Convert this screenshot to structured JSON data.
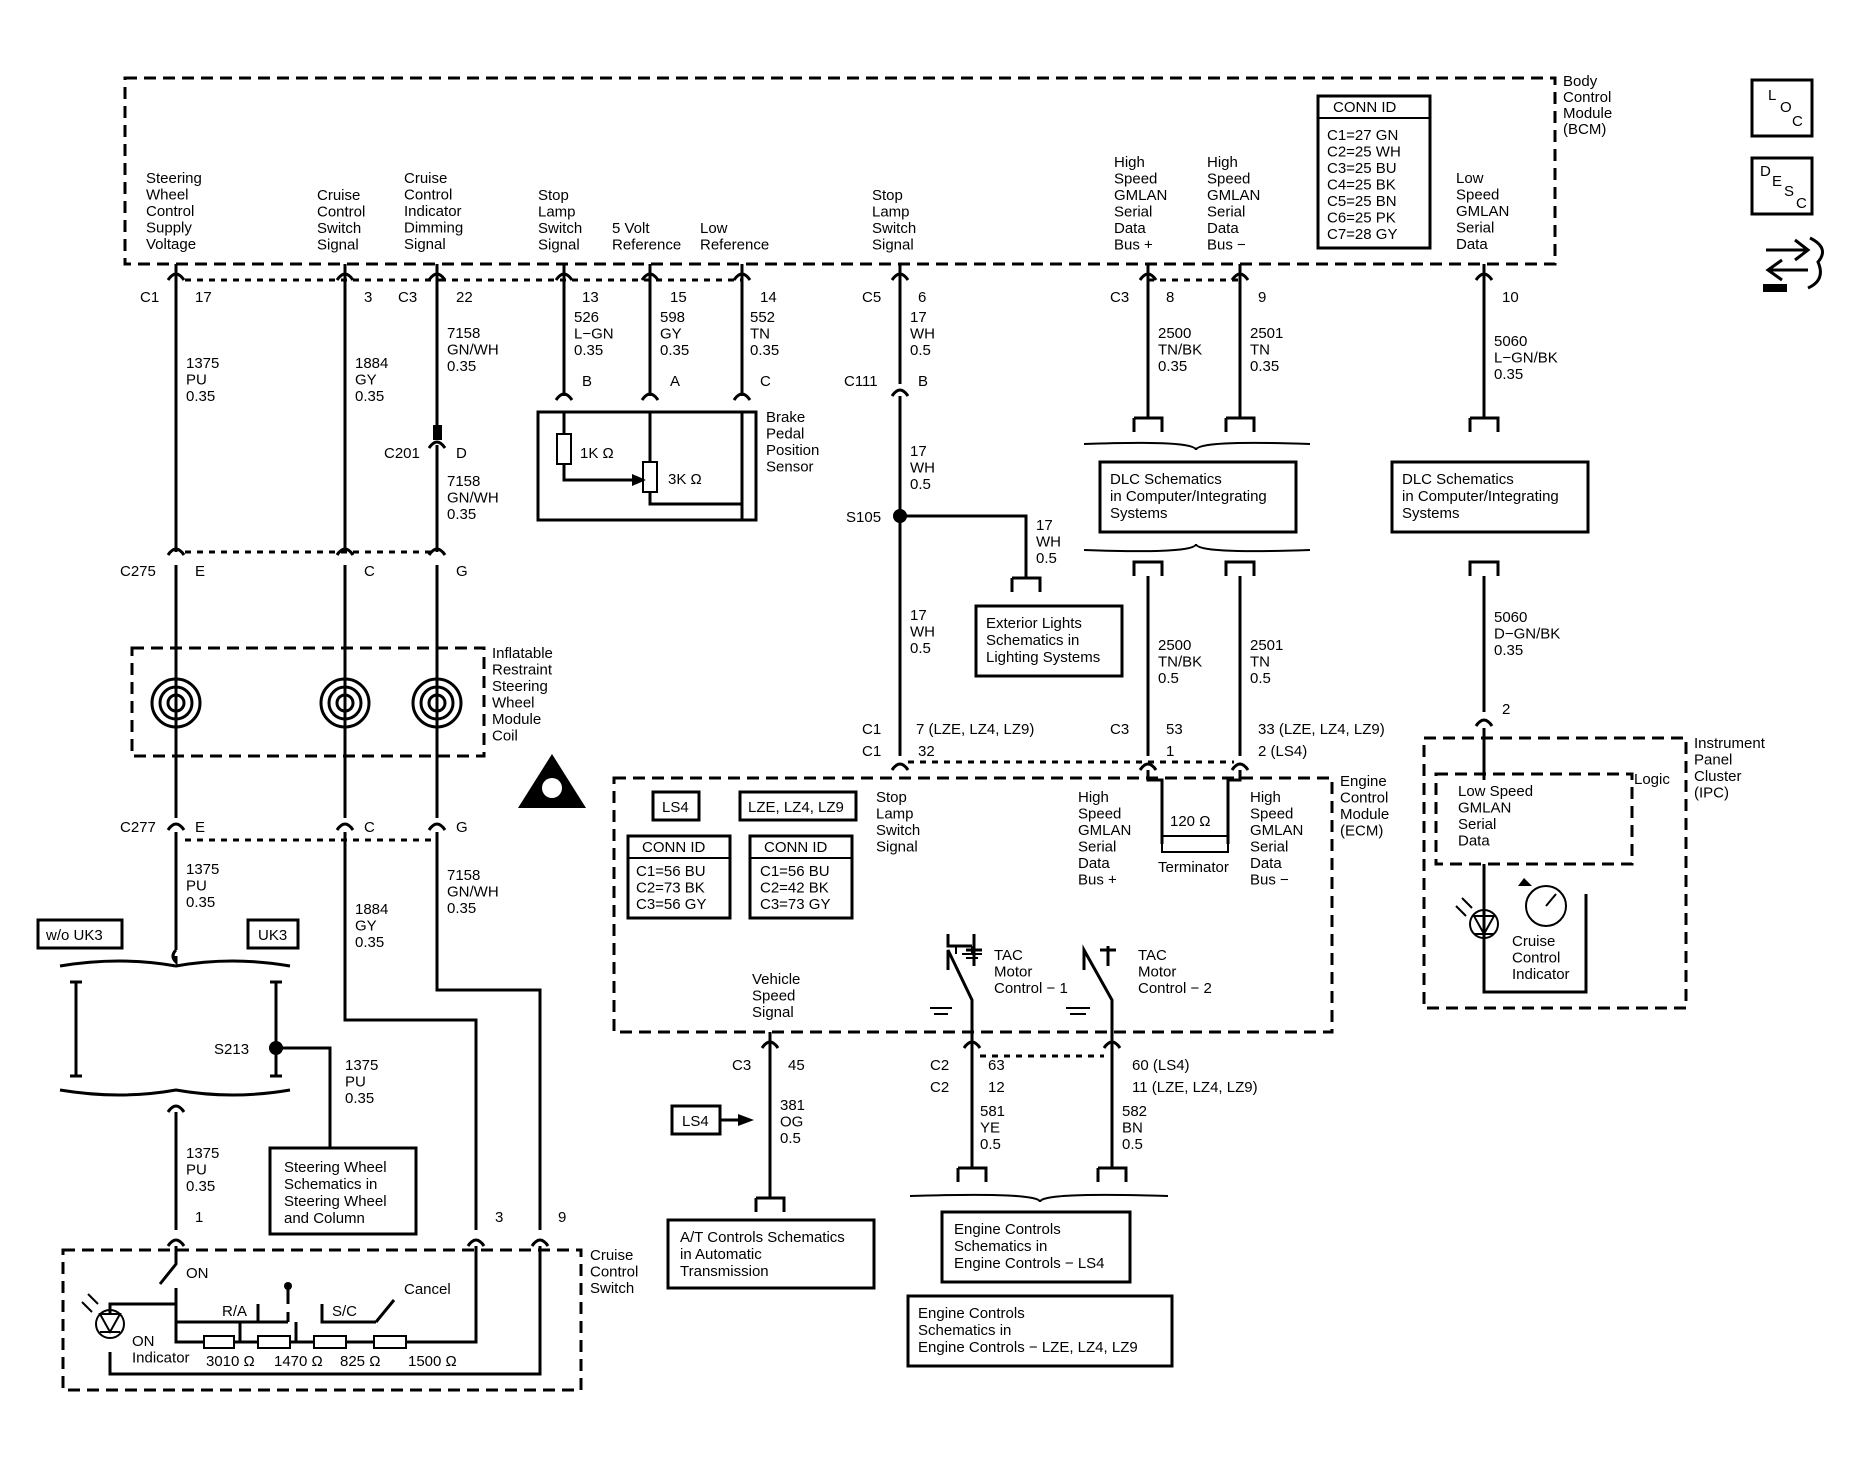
{
  "modules": {
    "bcm": {
      "name": [
        "Body",
        "Control",
        "Module",
        "(BCM)"
      ]
    },
    "ecm": {
      "name": [
        "Engine",
        "Control",
        "Module",
        "(ECM)"
      ]
    },
    "ipc": {
      "name": [
        "Instrument",
        "Panel",
        "Cluster",
        "(IPC)"
      ],
      "logic": "Logic"
    },
    "irswmc": {
      "name": [
        "Inflatable",
        "Restraint",
        "Steering",
        "Wheel",
        "Module",
        "Coil"
      ]
    },
    "bpps": {
      "name": [
        "Brake",
        "Pedal",
        "Position",
        "Sensor"
      ]
    },
    "ccs": {
      "name": [
        "Cruise",
        "Control",
        "Switch"
      ]
    }
  },
  "bcm_conn": {
    "title": "CONN ID",
    "rows": [
      "C1=27 GN",
      "C2=25 WH",
      "C3=25 BU",
      "C4=25 BK",
      "C5=25 BN",
      "C6=25 PK",
      "C7=28 GY"
    ]
  },
  "ecm_conn": [
    {
      "tag": "LS4",
      "title": "CONN ID",
      "rows": [
        "C1=56 BU",
        "C2=73 BK",
        "C3=56 GY"
      ]
    },
    {
      "tag": "LZE, LZ4, LZ9",
      "title": "CONN ID",
      "rows": [
        "C1=56 BU",
        "C2=42 BK",
        "C3=73 GY"
      ]
    }
  ],
  "side_icons": {
    "loc": [
      "L",
      "O",
      "C"
    ],
    "desc": [
      "D",
      "E",
      "S",
      "C"
    ]
  },
  "bcm_signals": [
    [
      "Steering",
      "Wheel",
      "Control",
      "Supply",
      "Voltage"
    ],
    [
      "Cruise",
      "Control",
      "Switch",
      "Signal"
    ],
    [
      "Cruise",
      "Control",
      "Indicator",
      "Dimming",
      "Signal"
    ],
    [
      "Stop",
      "Lamp",
      "Switch",
      "Signal"
    ],
    [
      "5 Volt",
      "Reference"
    ],
    [
      "Low",
      "Reference"
    ],
    [
      "Stop",
      "Lamp",
      "Switch",
      "Signal"
    ],
    [
      "High",
      "Speed",
      "GMLAN",
      "Serial",
      "Data",
      "Bus +"
    ],
    [
      "High",
      "Speed",
      "GMLAN",
      "Serial",
      "Data",
      "Bus −"
    ],
    [
      "Low",
      "Speed",
      "GMLAN",
      "Serial",
      "Data"
    ]
  ],
  "ecm_signals": {
    "stop_lamp": [
      "Stop",
      "Lamp",
      "Switch",
      "Signal"
    ],
    "hs_plus": [
      "High",
      "Speed",
      "GMLAN",
      "Serial",
      "Data",
      "Bus +"
    ],
    "hs_minus": [
      "High",
      "Speed",
      "GMLAN",
      "Serial",
      "Data",
      "Bus −"
    ],
    "vss": [
      "Vehicle",
      "Speed",
      "Signal"
    ],
    "tac1": [
      "TAC",
      "Motor",
      "Control − 1"
    ],
    "tac2": [
      "TAC",
      "Motor",
      "Control − 2"
    ],
    "terminator_value": "120 Ω",
    "terminator": "Terminator"
  },
  "ipc_internal": {
    "lsgmlan": [
      "Low Speed",
      "GMLAN",
      "Serial",
      "Data"
    ],
    "cci": [
      "Cruise",
      "Control",
      "Indicator"
    ]
  },
  "connectors": {
    "c1": "C1",
    "c3": "C3",
    "c5": "C5",
    "c111": "C111",
    "c201": "C201",
    "c275": "C275",
    "c277": "C277",
    "c2": "C2",
    "s105": "S105",
    "s213": "S213",
    "p17": "17",
    "p3": "3",
    "p22": "22",
    "p13": "13",
    "p15": "15",
    "p14": "14",
    "p6": "6",
    "p8": "8",
    "p9": "9",
    "p10": "10",
    "pB": "B",
    "pA": "A",
    "pC": "C",
    "pD": "D",
    "pE": "E",
    "pG": "G",
    "p53": "53",
    "p1": "1",
    "p2": "2",
    "p7": "7 (LZE, LZ4, LZ9)",
    "p32": "32",
    "p33": "33 (LZE, LZ4, LZ9)",
    "p2ls4": "2 (LS4)",
    "p45": "45",
    "p63": "63",
    "p12": "12",
    "p60": "60 (LS4)",
    "p11": "11 (LZE, LZ4, LZ9)",
    "p9c": "9"
  },
  "wires": {
    "w1375a": [
      "1375",
      "PU",
      "0.35"
    ],
    "w1884a": [
      "1884",
      "GY",
      "0.35"
    ],
    "w7158a": [
      "7158",
      "GN/WH",
      "0.35"
    ],
    "w7158b": [
      "7158",
      "GN/WH",
      "0.35"
    ],
    "w526": [
      "526",
      "L−GN",
      "0.35"
    ],
    "w598": [
      "598",
      "GY",
      "0.35"
    ],
    "w552": [
      "552",
      "TN",
      "0.35"
    ],
    "w17a": [
      "17",
      "WH",
      "0.5"
    ],
    "w17b": [
      "17",
      "WH",
      "0.5"
    ],
    "w17c": [
      "17",
      "WH",
      "0.5"
    ],
    "w17d": [
      "17",
      "WH",
      "0.5"
    ],
    "w2500a": [
      "2500",
      "TN/BK",
      "0.35"
    ],
    "w2501a": [
      "2501",
      "TN",
      "0.35"
    ],
    "w2500b": [
      "2500",
      "TN/BK",
      "0.5"
    ],
    "w2501b": [
      "2501",
      "TN",
      "0.5"
    ],
    "w5060a": [
      "5060",
      "L−GN/BK",
      "0.35"
    ],
    "w5060b": [
      "5060",
      "D−GN/BK",
      "0.35"
    ],
    "w1375b": [
      "1375",
      "PU",
      "0.35"
    ],
    "w1884b": [
      "1884",
      "GY",
      "0.35"
    ],
    "w7158c": [
      "7158",
      "GN/WH",
      "0.35"
    ],
    "w1375c": [
      "1375",
      "PU",
      "0.35"
    ],
    "w1375d": [
      "1375",
      "PU",
      "0.35"
    ],
    "w381": [
      "381",
      "OG",
      "0.5"
    ],
    "w581": [
      "581",
      "YE",
      "0.5"
    ],
    "w582": [
      "582",
      "BN",
      "0.5"
    ]
  },
  "resistors": {
    "bpps_1k": "1K Ω",
    "bpps_3k": "3K Ω",
    "r1": "3010 Ω",
    "r2": "1470 Ω",
    "r3": "825 Ω",
    "r4": "1500 Ω"
  },
  "switch_labels": {
    "on": "ON",
    "ra": "R/A",
    "sc": "S/C",
    "cancel": "Cancel",
    "on_ind": [
      "ON",
      "Indicator"
    ]
  },
  "tags": {
    "wo_uk3": "w/o UK3",
    "uk3": "UK3",
    "ls4": "LS4"
  },
  "refs": {
    "dlc1": [
      "DLC Schematics",
      "in Computer/Integrating",
      "Systems"
    ],
    "dlc2": [
      "DLC Schematics",
      "in Computer/Integrating",
      "Systems"
    ],
    "ext": [
      "Exterior Lights",
      "Schematics in",
      "Lighting Systems"
    ],
    "sw": [
      "Steering Wheel",
      "Schematics in",
      "Steering Wheel",
      "and Column"
    ],
    "at": [
      "A/T Controls Schematics",
      "in Automatic",
      "Transmission"
    ],
    "ec_ls4": [
      "Engine Controls",
      "Schematics in",
      "Engine Controls − LS4"
    ],
    "ec_lze": [
      "Engine Controls",
      "Schematics in",
      "Engine Controls − LZE, LZ4, LZ9"
    ]
  }
}
